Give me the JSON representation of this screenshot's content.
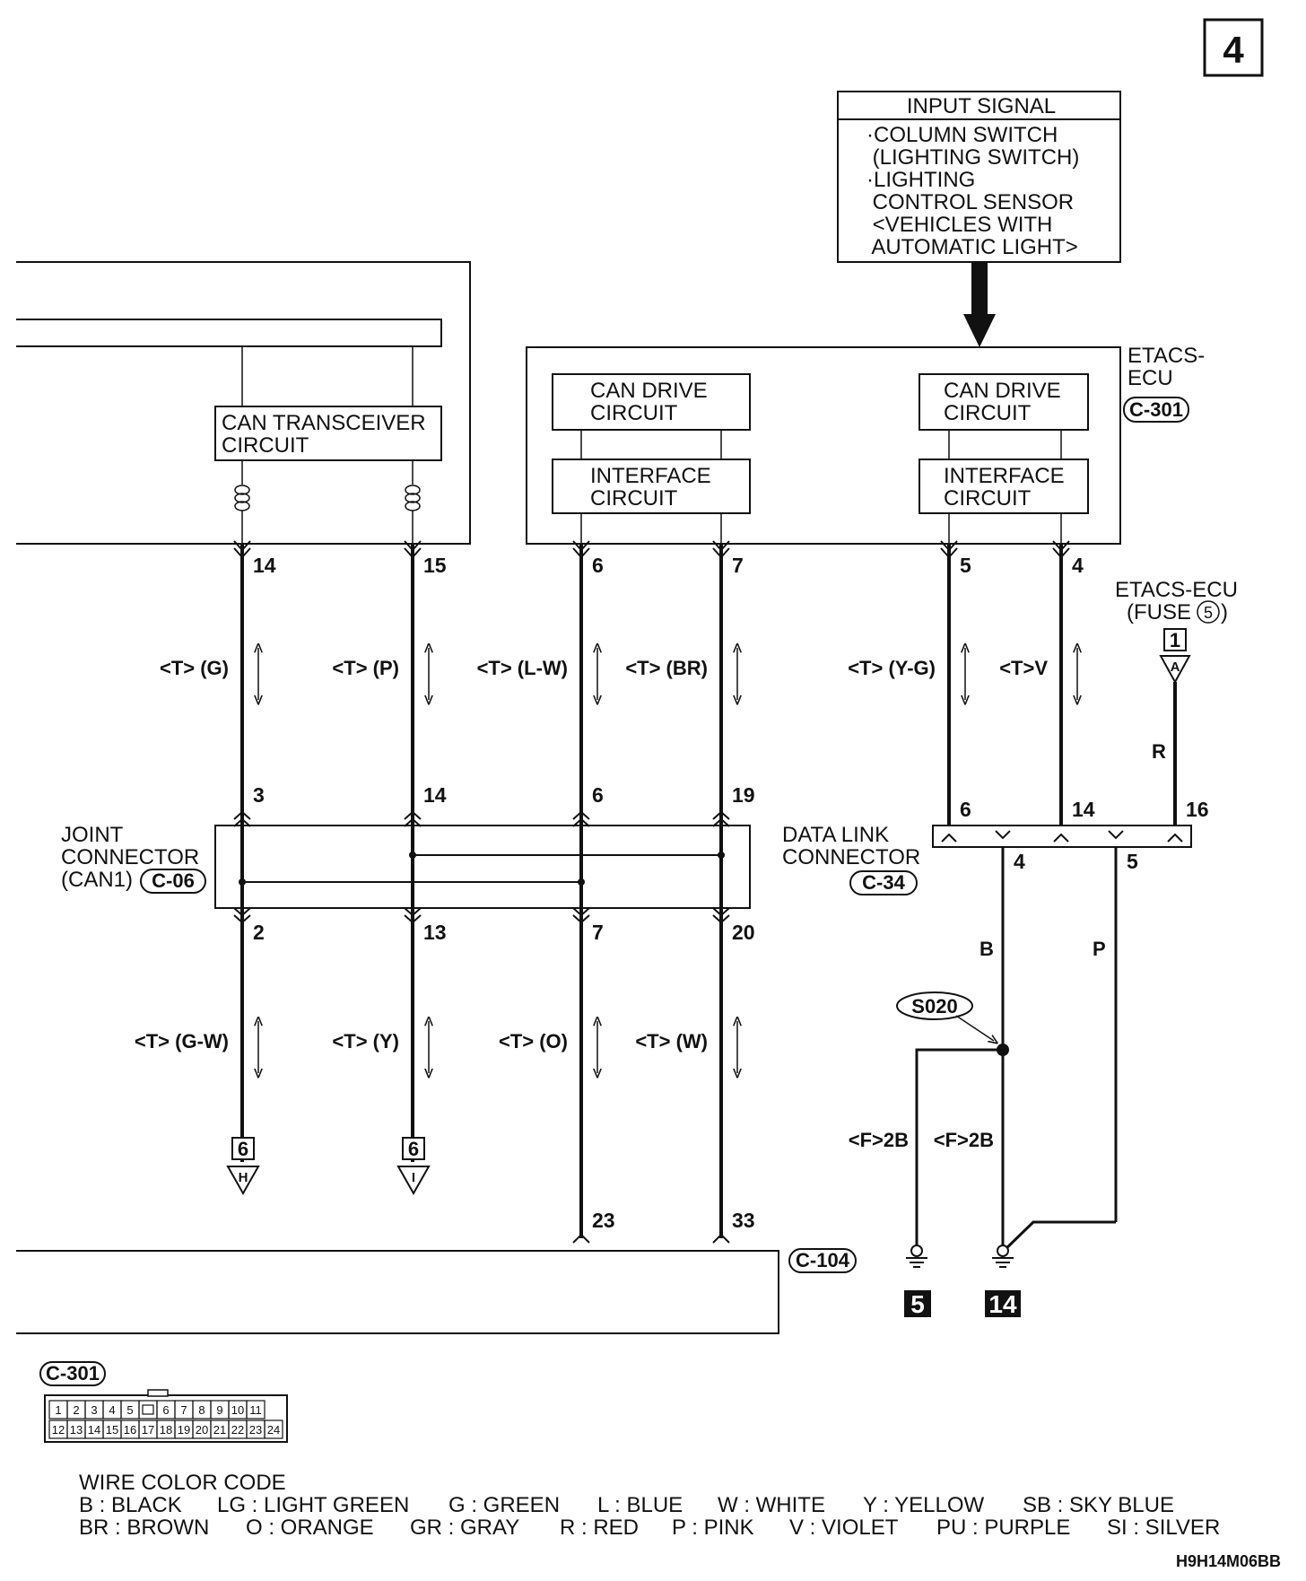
{
  "page_number": "4",
  "drawing_code": "H9H14M06BB",
  "input_signal": {
    "title": "INPUT SIGNAL",
    "lines": [
      "·COLUMN SWITCH",
      " (LIGHTING SWITCH)",
      "·LIGHTING",
      " CONTROL SENSOR",
      " <VEHICLES WITH",
      " AUTOMATIC LIGHT>"
    ]
  },
  "etacs": {
    "line1": "ETACS-",
    "line2": "ECU",
    "connector": "C-301"
  },
  "blocks": {
    "can_transceiver": [
      "CAN TRANSCEIVER",
      "CIRCUIT"
    ],
    "can_drive": [
      "CAN DRIVE",
      "CIRCUIT"
    ],
    "interface": [
      "INTERFACE",
      "CIRCUIT"
    ]
  },
  "top_pins": [
    "14",
    "15",
    "6",
    "7",
    "5",
    "4"
  ],
  "upper_wires": [
    "<T> (G)",
    "<T> (P)",
    "<T> (L-W)",
    "<T> (BR)",
    "<T> (Y-G)",
    "<T>V"
  ],
  "joint_pins_top": [
    "3",
    "14",
    "6",
    "19"
  ],
  "joint_pins_bottom": [
    "2",
    "13",
    "7",
    "20"
  ],
  "joint_connector": {
    "line1": "JOINT",
    "line2": "CONNECTOR",
    "line3": "(CAN1)",
    "connector": "C-06"
  },
  "lower_wires": [
    "<T> (G-W)",
    "<T> (Y)",
    "<T> (O)",
    "<T> (W)"
  ],
  "offpage": {
    "num": "6",
    "letters": [
      "H",
      "I"
    ]
  },
  "bottom_pins": [
    "23",
    "33"
  ],
  "bottom_connector": "C-104",
  "fuse": {
    "line1": "ETACS-ECU",
    "line2": "(FUSE",
    "num": "5",
    "line2_end": ")",
    "box_num": "1",
    "letter": "A",
    "wire": "R"
  },
  "dlc": {
    "line1": "DATA LINK",
    "line2": "CONNECTOR",
    "connector": "C-34",
    "pins_top": [
      "6",
      "14",
      "16"
    ],
    "pins_bottom": [
      "4",
      "5"
    ],
    "wire_b": "B",
    "wire_p": "P"
  },
  "splice": "S020",
  "ground_wires": [
    "<F>2B",
    "<F>2B"
  ],
  "grounds": [
    "5",
    "14"
  ],
  "connector_view": {
    "label": "C-301",
    "row1": [
      "1",
      "2",
      "3",
      "4",
      "5",
      "",
      "6",
      "7",
      "8",
      "9",
      "10",
      "11"
    ],
    "row2": [
      "12",
      "13",
      "14",
      "15",
      "16",
      "17",
      "18",
      "19",
      "20",
      "21",
      "22",
      "23",
      "24"
    ]
  },
  "wire_color_code": {
    "title": "WIRE COLOR CODE",
    "row1": [
      "B : BLACK",
      "LG : LIGHT GREEN",
      "G : GREEN",
      "L : BLUE",
      "W : WHITE",
      "Y : YELLOW",
      "SB : SKY BLUE"
    ],
    "row2": [
      "BR : BROWN",
      "O : ORANGE",
      "GR : GRAY",
      "R : RED",
      "P : PINK",
      "V : VIOLET",
      "PU : PURPLE",
      "SI : SILVER"
    ]
  }
}
